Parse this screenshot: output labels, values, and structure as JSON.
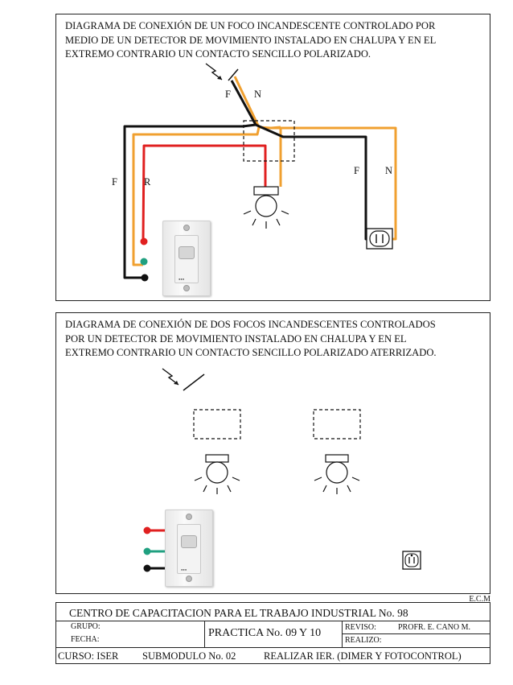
{
  "panel1": {
    "title_lines": [
      "DIAGRAMA DE CONEXIÓN DE UN FOCO INCANDESCENTE CONTROLADO POR",
      "MEDIO DE UN DETECTOR DE MOVIMIENTO INSTALADO EN CHALUPA Y EN EL",
      "EXTREMO CONTRARIO UN CONTACTO SENCILLO POLARIZADO."
    ],
    "labels": {
      "f_top": "F",
      "n_top": "N",
      "f_left": "F",
      "r_left": "R",
      "f_right": "F",
      "n_right": "N"
    }
  },
  "panel2": {
    "title_lines": [
      "DIAGRAMA DE CONEXIÓN DE DOS FOCOS INCANDESCENTES CONTROLADOS",
      "POR UN DETECTOR DE MOVIMIENTO INSTALADO EN CHALUPA Y EN EL",
      "EXTREMO CONTRARIO UN CONTACTO SENCILLO POLARIZADO ATERRIZADO."
    ]
  },
  "signature": "E.C.M",
  "footer": {
    "center": "CENTRO   DE   CAPACITACION   PARA   EL  TRABAJO   INDUSTRIAL   No. 98",
    "grupo": "GRUPO:",
    "fecha": "FECHA:",
    "practica": "PRACTICA No. 09 Y 10",
    "reviso": "REVISO:",
    "profesor": "PROFR. E. CANO M.",
    "realizo": "REALIZO:",
    "curso": "CURSO: ISER",
    "submodulo": "SUBMODULO No. 02",
    "realizar": "REALIZAR  IER. (DIMER Y FOTOCONTROL)"
  },
  "colors": {
    "orange": "#f0a030",
    "red": "#e02020",
    "black": "#111111",
    "teal": "#20a080"
  }
}
